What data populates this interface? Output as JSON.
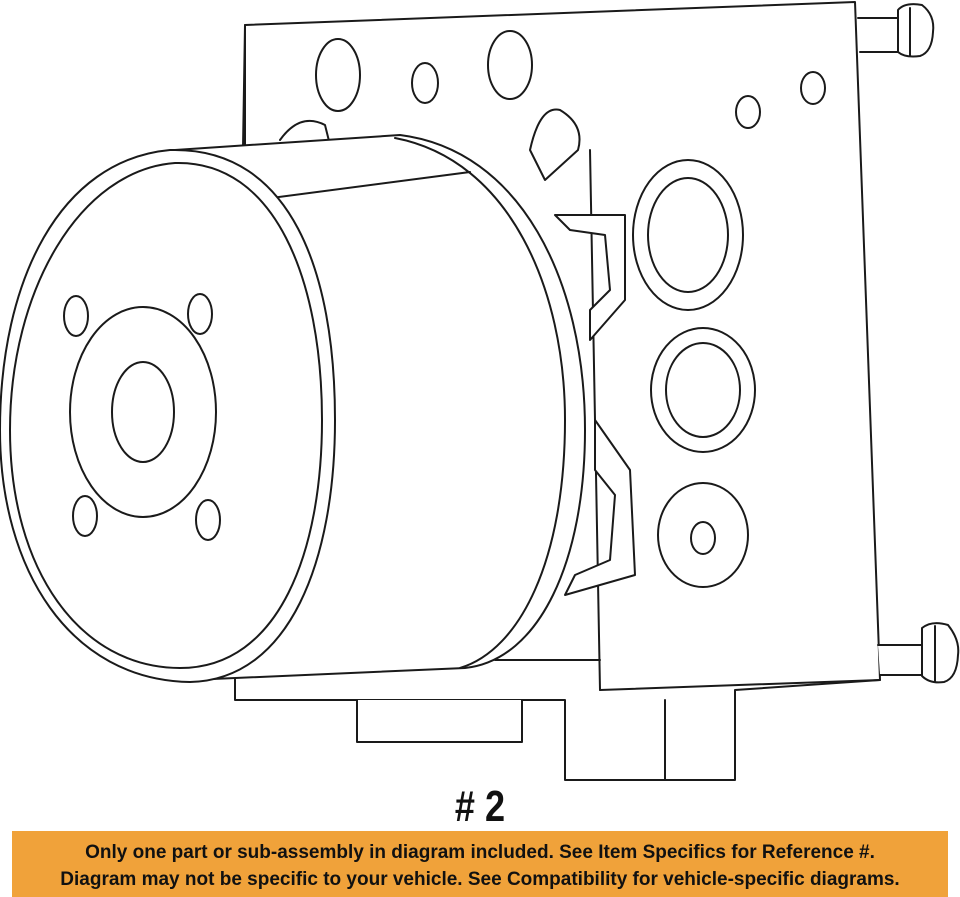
{
  "diagram": {
    "part_number_label": "# 2"
  },
  "notice": {
    "line1": "Only one part or sub-assembly in diagram included. See Item Specifics for Reference #.",
    "line2": "Diagram may not be specific to your vehicle. See Compatibility for vehicle-specific diagrams."
  },
  "colors": {
    "banner_background": "#f0a23a",
    "line_art": "#1a1a1a",
    "text": "#111111"
  }
}
